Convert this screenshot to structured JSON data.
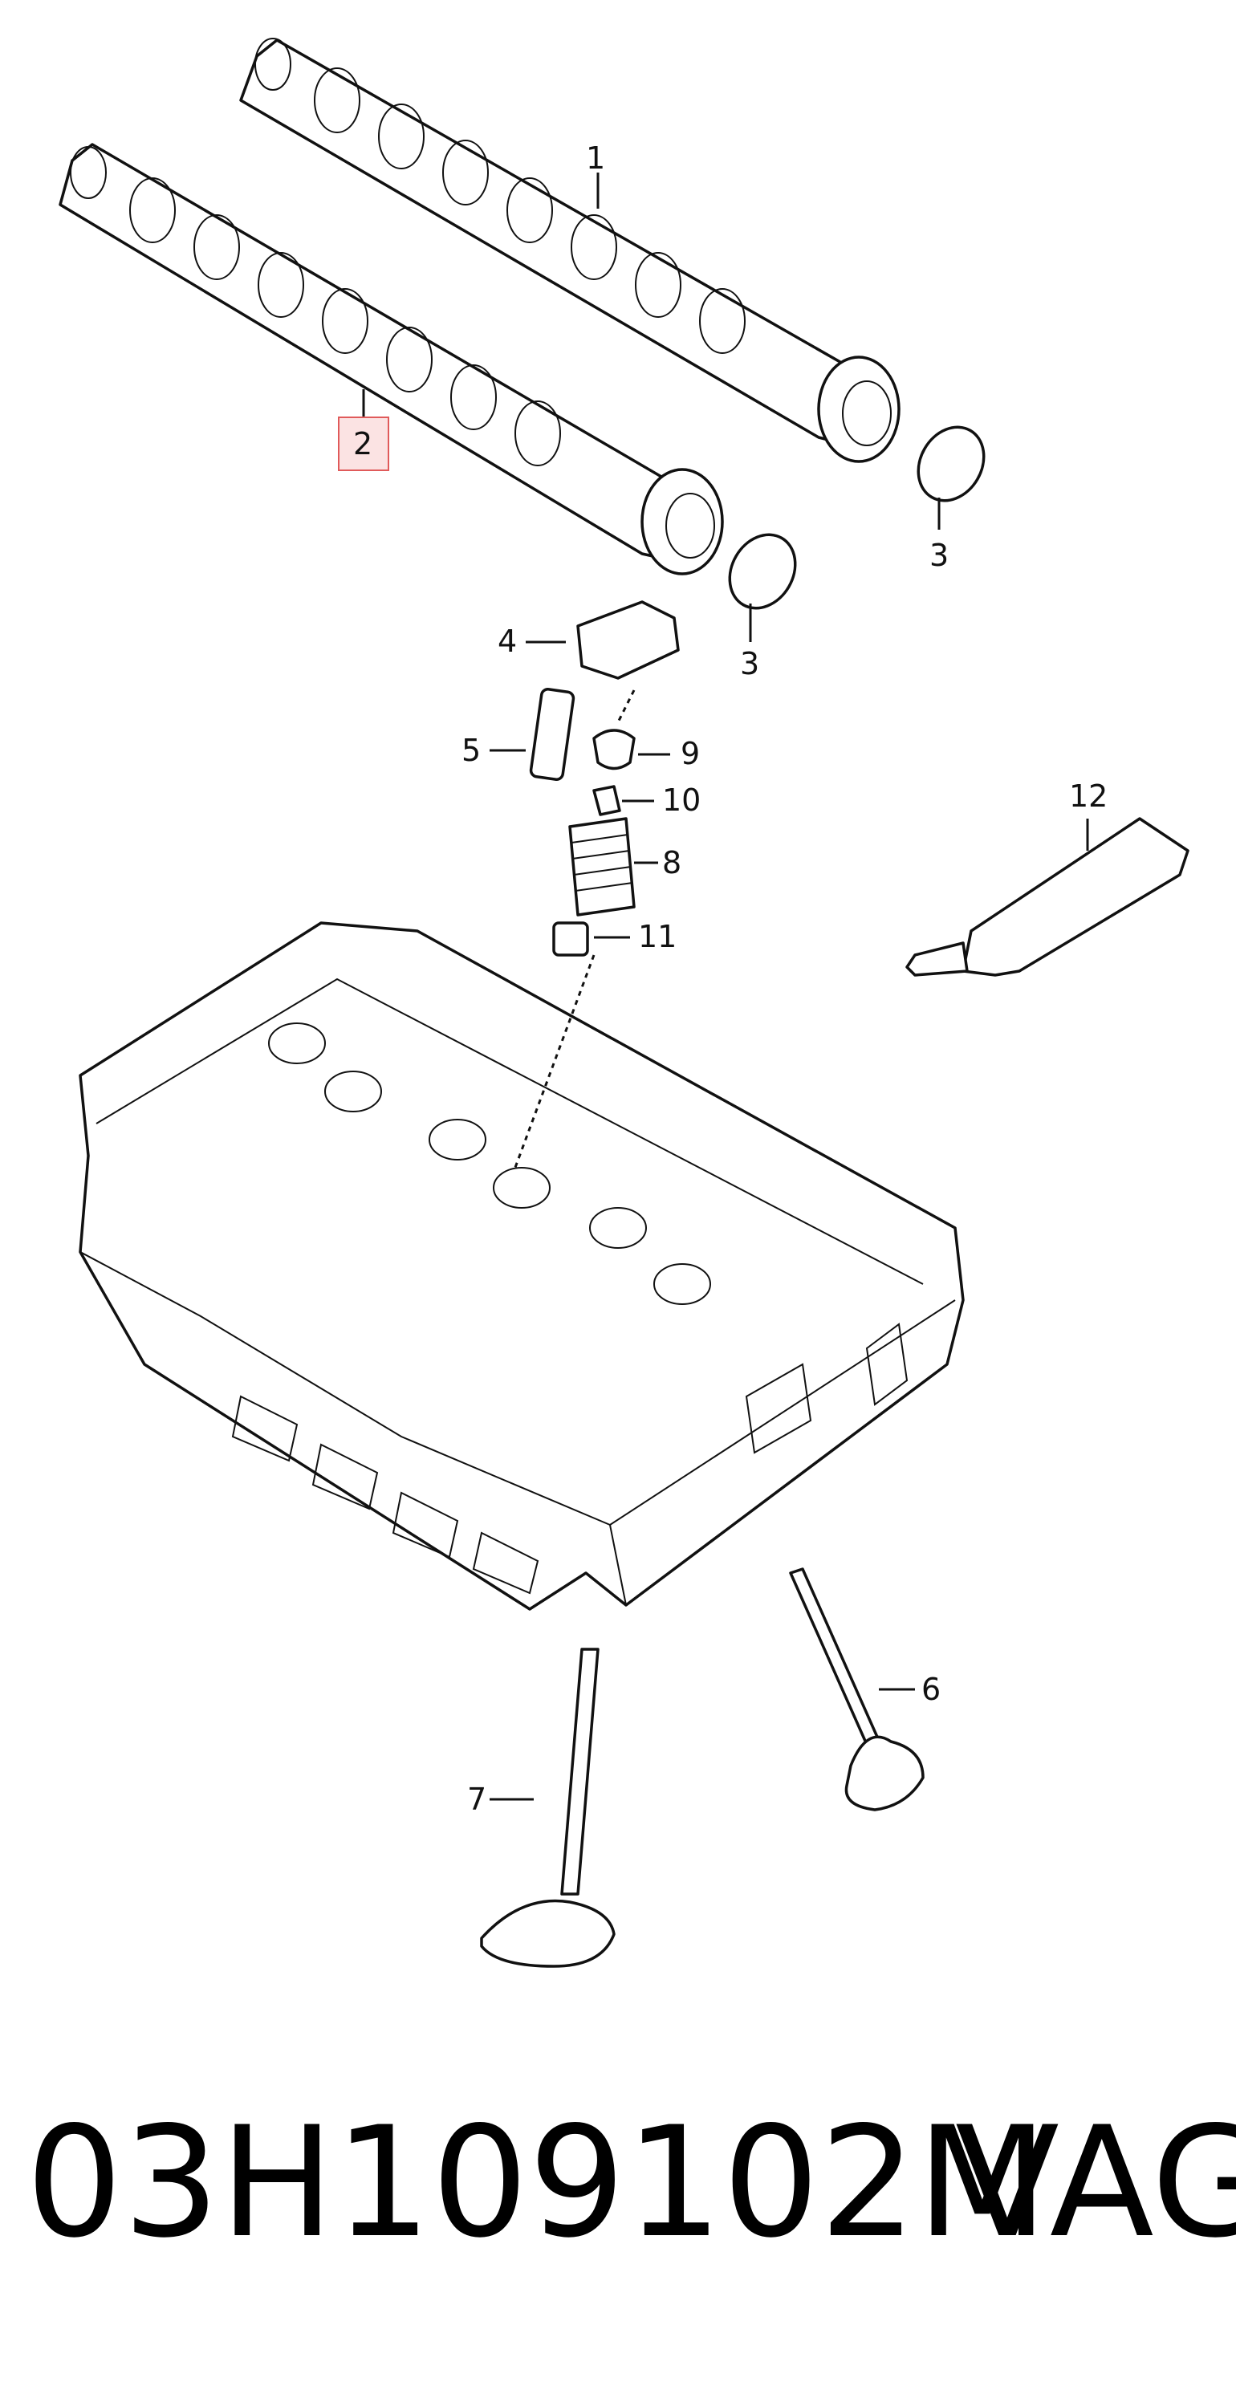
{
  "callouts": {
    "c1": "1",
    "c2": "2",
    "c3a": "3",
    "c3b": "3",
    "c4": "4",
    "c5": "5",
    "c6": "6",
    "c7": "7",
    "c8": "8",
    "c9": "9",
    "c10": "10",
    "c11": "11",
    "c12": "12"
  },
  "highlight": {
    "callout": "2",
    "color": "#e05a5a",
    "fill": "#fbe3e3"
  },
  "caption": {
    "part_number": "03H109102M",
    "brand": "VAG"
  }
}
